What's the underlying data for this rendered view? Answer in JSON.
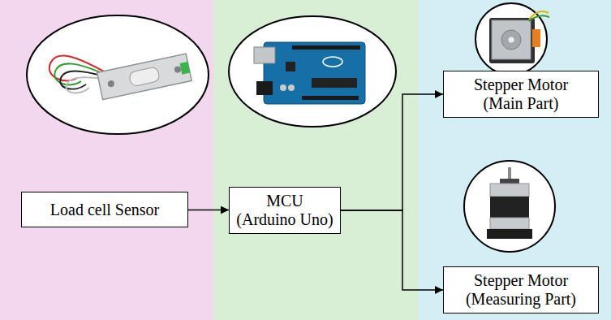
{
  "diagram": {
    "nodes": [
      {
        "text": [
          "Load cell Sensor"
        ]
      },
      {
        "text": [
          "MCU (Arduino Uno)"
        ]
      },
      {
        "text": [
          "Stepper Motor (Main Part)"
        ]
      },
      {
        "text": [
          "Stepper Motor (Measuring Part)"
        ]
      }
    ],
    "edges": [
      {
        "from": 0,
        "to": 1,
        "arrow": "to"
      },
      {
        "from": 1,
        "to": 2,
        "arrow": "to"
      },
      {
        "from": 1,
        "to": 3,
        "arrow": "to"
      }
    ]
  }
}
